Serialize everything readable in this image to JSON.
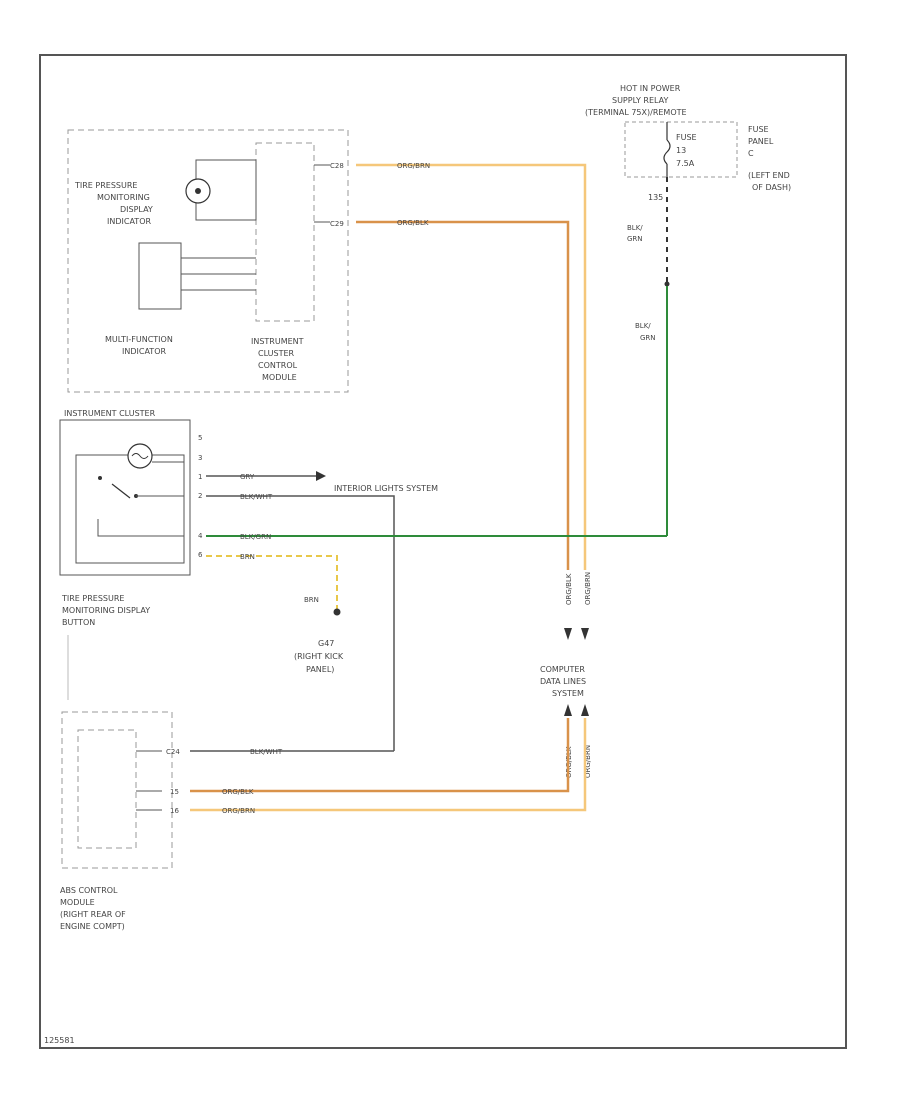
{
  "diagram": {
    "footer_id": "125581",
    "power": {
      "relay_label": [
        "HOT IN POWER",
        "SUPPLY RELAY",
        "(TERMINAL 75X)/REMOTE"
      ],
      "fuse_label": [
        "FUSE",
        "13",
        "7.5A"
      ],
      "fuse_panel_label": [
        "FUSE",
        "PANEL",
        "C",
        "(LEFT END",
        "OF DASH)"
      ],
      "circuit": "135",
      "wire_top": [
        "BLK/",
        "GRN"
      ],
      "wire_bottom": [
        "BLK/",
        "GRN"
      ]
    },
    "instrument_cluster": {
      "tpms_indicator_label": [
        "TIRE PRESSURE",
        "MONITORING",
        "DISPLAY",
        "INDICATOR"
      ],
      "multifunction_label": [
        "MULTI-FUNCTION",
        "INDICATOR"
      ],
      "control_module_label": [
        "INSTRUMENT",
        "CLUSTER",
        "CONTROL",
        "MODULE"
      ],
      "pins": [
        "C28",
        "C29"
      ],
      "wires": [
        "ORG/BRN",
        "ORG/BLK"
      ]
    },
    "button_cluster": {
      "title": "INSTRUMENT CLUSTER",
      "label": [
        "TIRE PRESSURE",
        "MONITORING DISPLAY",
        "BUTTON"
      ],
      "pins": [
        "5",
        "3",
        "1",
        "2",
        "4",
        "6"
      ],
      "wires": [
        "GRY",
        "BLK/WHT",
        "BLK/GRN",
        "BRN"
      ],
      "interior_lights": "INTERIOR LIGHTS SYSTEM"
    },
    "ground": {
      "wire": "BRN",
      "id": "G47",
      "location": [
        "(RIGHT KICK",
        "PANEL)"
      ]
    },
    "computer_data_lines": {
      "label": [
        "COMPUTER",
        "DATA LINES",
        "SYSTEM"
      ],
      "upper_wires": [
        "ORG/BLK",
        "ORG/BRN"
      ],
      "lower_wires": [
        "ORG/BLK",
        "ORG/BRN"
      ]
    },
    "abs": {
      "label": [
        "ABS CONTROL",
        "MODULE",
        "(RIGHT REAR OF",
        "ENGINE COMPT)"
      ],
      "pins": [
        "C24",
        "15",
        "16"
      ],
      "wires": [
        "BLK/WHT",
        "ORG/BLK",
        "ORG/BRN"
      ]
    },
    "colors": {
      "orange_light": "#f5c77a",
      "orange_dark": "#d9924a",
      "green": "#2e8b3a",
      "yellow": "#e8c84a",
      "dark": "#333333",
      "dash": "#999999"
    }
  }
}
